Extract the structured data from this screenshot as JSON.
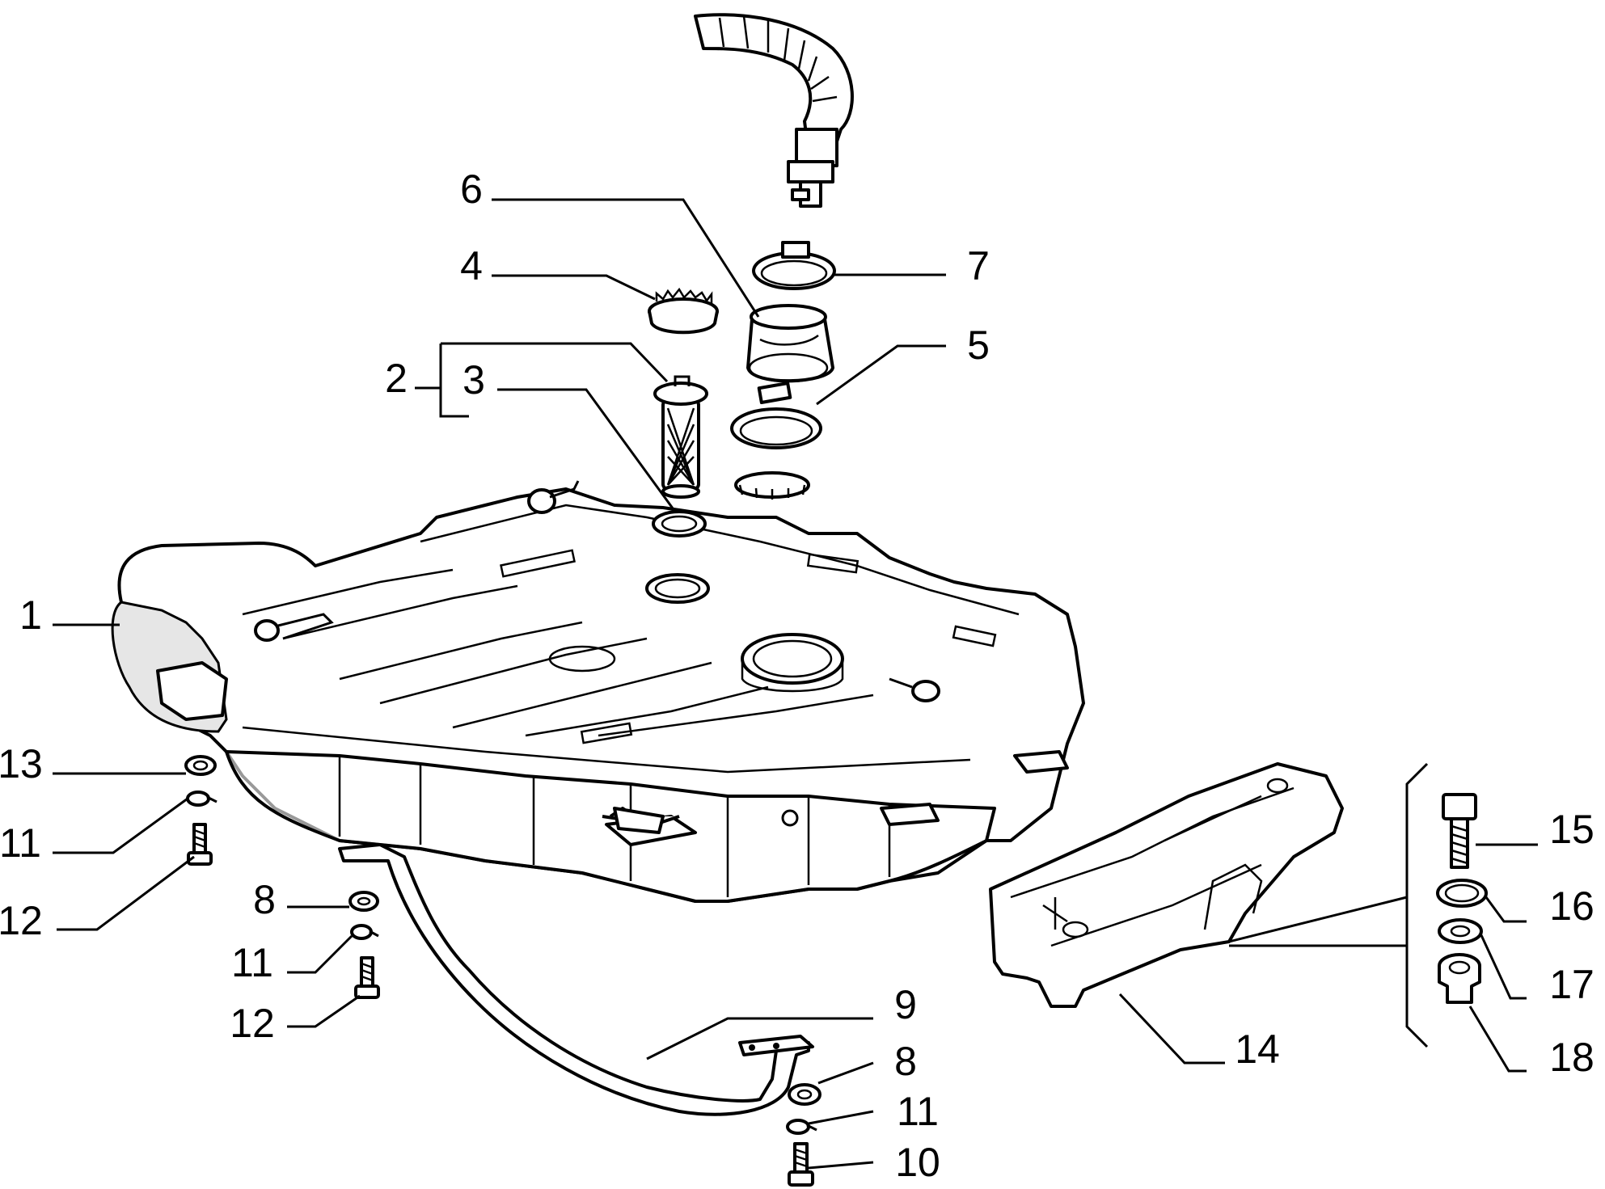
{
  "diagram": {
    "callouts": [
      {
        "id": "c1",
        "text": "1"
      },
      {
        "id": "c2",
        "text": "2"
      },
      {
        "id": "c3",
        "text": "3"
      },
      {
        "id": "c4",
        "text": "4"
      },
      {
        "id": "c5",
        "text": "5"
      },
      {
        "id": "c6",
        "text": "6"
      },
      {
        "id": "c7",
        "text": "7"
      },
      {
        "id": "c8a",
        "text": "8"
      },
      {
        "id": "c8b",
        "text": "8"
      },
      {
        "id": "c9",
        "text": "9"
      },
      {
        "id": "c10",
        "text": "10"
      },
      {
        "id": "c11a",
        "text": "11"
      },
      {
        "id": "c11b",
        "text": "11"
      },
      {
        "id": "c11c",
        "text": "11"
      },
      {
        "id": "c12a",
        "text": "12"
      },
      {
        "id": "c12b",
        "text": "12"
      },
      {
        "id": "c13",
        "text": "13"
      },
      {
        "id": "c14",
        "text": "14"
      },
      {
        "id": "c15",
        "text": "15"
      },
      {
        "id": "c16",
        "text": "16"
      },
      {
        "id": "c17",
        "text": "17"
      },
      {
        "id": "c18",
        "text": "18"
      }
    ]
  }
}
